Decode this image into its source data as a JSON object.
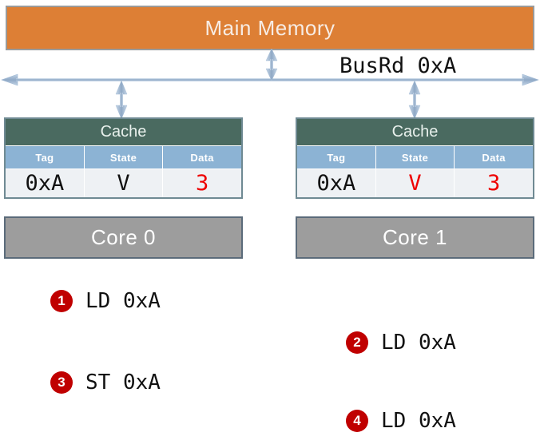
{
  "memory": {
    "label": "Main Memory",
    "color": "#DD7F35"
  },
  "bus": {
    "label": "BusRd 0xA",
    "line_color": "#9fb8d4"
  },
  "nodes": [
    {
      "cache_title": "Cache",
      "columns": [
        "Tag",
        "State",
        "Data"
      ],
      "row": {
        "tag": "0xA",
        "state": "V",
        "data": "3"
      },
      "state_highlight": false,
      "data_highlight": true,
      "core_label": "Core 0"
    },
    {
      "cache_title": "Cache",
      "columns": [
        "Tag",
        "State",
        "Data"
      ],
      "row": {
        "tag": "0xA",
        "state": "V",
        "data": "3"
      },
      "state_highlight": true,
      "data_highlight": true,
      "core_label": "Core 1"
    }
  ],
  "steps": [
    {
      "number": "1",
      "text": "LD 0xA"
    },
    {
      "number": "2",
      "text": "LD 0xA"
    },
    {
      "number": "3",
      "text": "ST 0xA"
    },
    {
      "number": "4",
      "text": "LD 0xA"
    }
  ],
  "colors": {
    "badge": "#C00000",
    "highlight_text": "#ee0000",
    "cache_header": "#4a6a60",
    "column_header": "#8CB3D4",
    "core_fill": "#9d9d9d"
  }
}
